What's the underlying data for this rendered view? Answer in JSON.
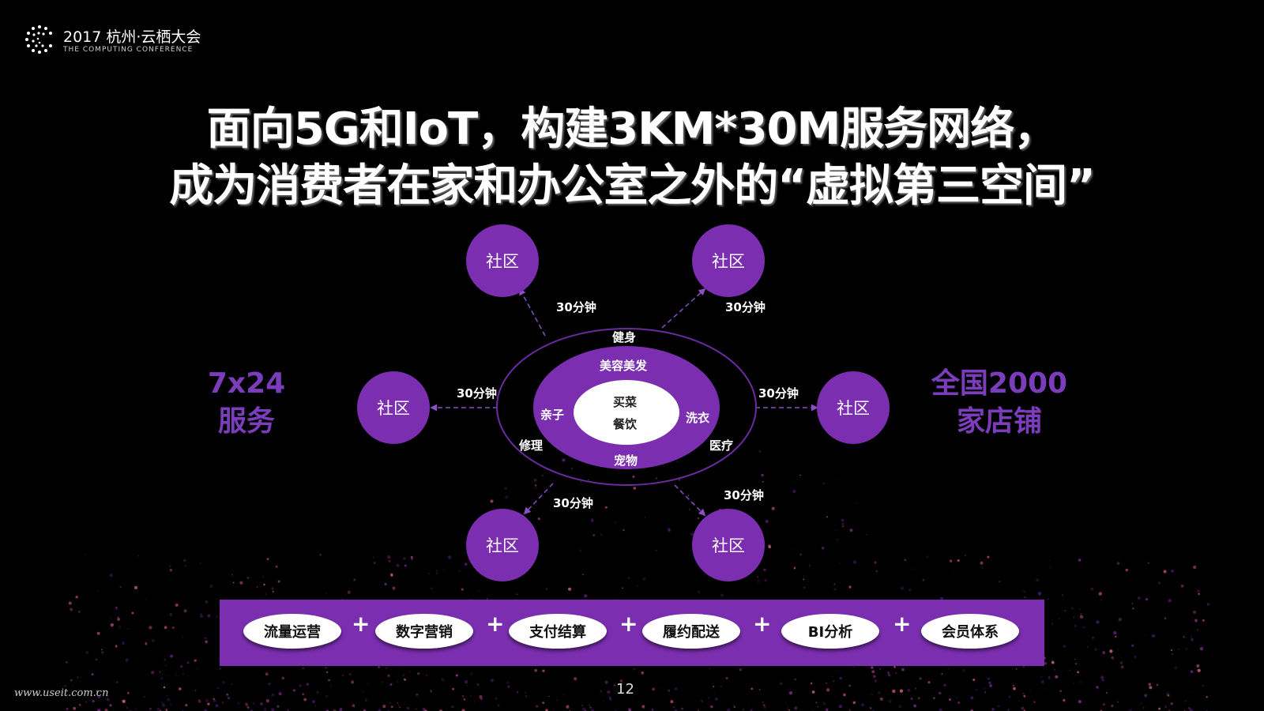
{
  "logo": {
    "title": "2017 杭州·云栖大会",
    "subtitle": "THE COMPUTING CONFERENCE"
  },
  "headline": {
    "line1": "面向5G和IoT，构建3KM*30M服务网络，",
    "line2": "成为消费者在家和办公室之外的“虚拟第三空间”"
  },
  "left_label": {
    "line1": "7x24",
    "line2": "服务"
  },
  "right_label": {
    "line1": "全国2000",
    "line2": "家店铺"
  },
  "community_label": "社区",
  "time_label": "30分钟",
  "services_outer": {
    "top": "健身",
    "left": "修理",
    "right": "医疗"
  },
  "services_inner": {
    "top": "美容美发",
    "left": "亲子",
    "right": "洗衣",
    "bottom": "宠物"
  },
  "core": {
    "line1": "买菜",
    "line2": "餐饮"
  },
  "bottom_bar": {
    "items": [
      "流量运营",
      "数字营销",
      "支付结算",
      "履约配送",
      "BI分析",
      "会员体系"
    ],
    "separator": "+"
  },
  "page_number": "12",
  "footer_url": "www.useit.com.cn",
  "colors": {
    "accent": "#7b2fb0",
    "background": "#000000",
    "label": "#7b3dbb"
  }
}
